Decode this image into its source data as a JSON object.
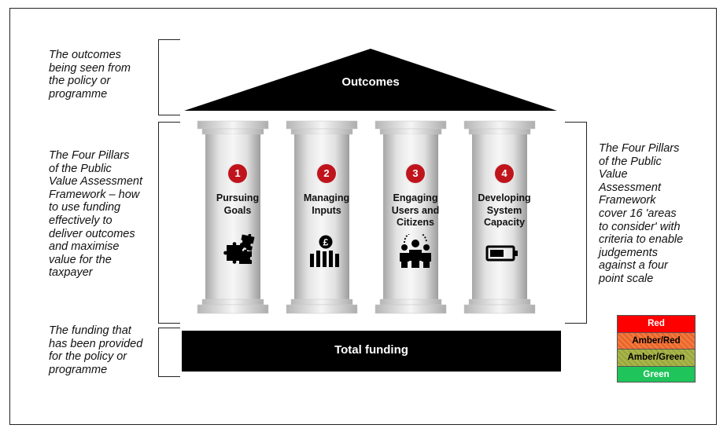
{
  "notes": {
    "outcomes": "The outcomes\nbeing seen from\nthe policy or\nprogramme",
    "pillars_left": "The Four Pillars\nof the Public\nValue Assessment\nFramework – how\nto use funding\neffectively to\ndeliver outcomes\nand maximise\nvalue for the\ntaxpayer",
    "funding": "The funding that\nhas been provided\nfor the policy or\nprogramme",
    "pillars_right": "The Four Pillars\nof the Public\nValue\nAssessment\nFramework\ncover 16 'areas\nto consider' with\ncriteria to enable\njudgements\nagainst a four\npoint scale"
  },
  "roof": {
    "label": "Outcomes"
  },
  "pillars": [
    {
      "number": "1",
      "label": "Pursuing\nGoals",
      "icon": "puzzle-icon"
    },
    {
      "number": "2",
      "label": "Managing\nInputs",
      "icon": "pound-bar-chart-icon"
    },
    {
      "number": "3",
      "label": "Engaging\nUsers and\nCitizens",
      "icon": "people-group-icon"
    },
    {
      "number": "4",
      "label": "Developing\nSystem\nCapacity",
      "icon": "battery-icon"
    }
  ],
  "base": {
    "label": "Total funding"
  },
  "legend": [
    {
      "label": "Red",
      "color": "#ff0000",
      "text_color": "#ffffff"
    },
    {
      "label": "Amber/Red",
      "color": "#f07a3c",
      "text_color": "#000000"
    },
    {
      "label": "Amber/Green",
      "color": "#a9b54a",
      "text_color": "#000000"
    },
    {
      "label": "Green",
      "color": "#1fc45a",
      "text_color": "#ffffff"
    }
  ],
  "colors": {
    "badge": "#c0141c",
    "pillar_light": "#f2f2f2",
    "pillar_shadow": "#a6a6a6",
    "roof": "#000000"
  }
}
